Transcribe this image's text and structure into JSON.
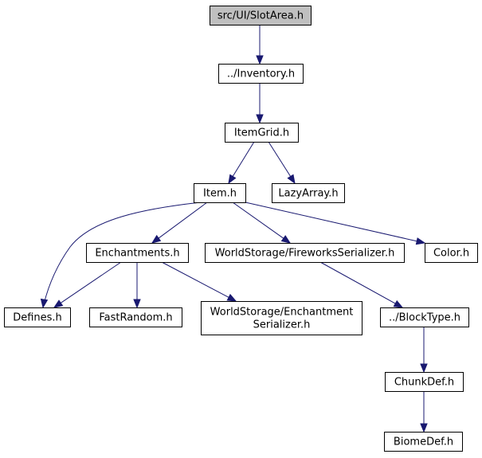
{
  "colors": {
    "edge": "#191970",
    "root_fill": "#bfbfbf",
    "node_fill": "#ffffff",
    "node_stroke": "#000000"
  },
  "nodes": {
    "slotarea": {
      "lines": [
        "src/UI/SlotArea.h"
      ],
      "root": true
    },
    "inventory": {
      "lines": [
        "../Inventory.h"
      ]
    },
    "itemgrid": {
      "lines": [
        "ItemGrid.h"
      ]
    },
    "item": {
      "lines": [
        "Item.h"
      ]
    },
    "lazyarray": {
      "lines": [
        "LazyArray.h"
      ]
    },
    "enchantments": {
      "lines": [
        "Enchantments.h"
      ]
    },
    "fireworks": {
      "lines": [
        "WorldStorage/FireworksSerializer.h"
      ]
    },
    "color": {
      "lines": [
        "Color.h"
      ]
    },
    "defines": {
      "lines": [
        "Defines.h"
      ]
    },
    "fastrandom": {
      "lines": [
        "FastRandom.h"
      ]
    },
    "enchser": {
      "lines": [
        "WorldStorage/Enchantment",
        "Serializer.h"
      ]
    },
    "blocktype": {
      "lines": [
        "../BlockType.h"
      ]
    },
    "chunkdef": {
      "lines": [
        "ChunkDef.h"
      ]
    },
    "biomedef": {
      "lines": [
        "BiomeDef.h"
      ]
    }
  },
  "edges": [
    [
      "slotarea",
      "inventory"
    ],
    [
      "inventory",
      "itemgrid"
    ],
    [
      "itemgrid",
      "item"
    ],
    [
      "itemgrid",
      "lazyarray"
    ],
    [
      "item",
      "defines"
    ],
    [
      "item",
      "enchantments"
    ],
    [
      "item",
      "fireworks"
    ],
    [
      "item",
      "color"
    ],
    [
      "enchantments",
      "defines"
    ],
    [
      "enchantments",
      "fastrandom"
    ],
    [
      "enchantments",
      "enchser"
    ],
    [
      "fireworks",
      "blocktype"
    ],
    [
      "blocktype",
      "chunkdef"
    ],
    [
      "chunkdef",
      "biomedef"
    ]
  ]
}
